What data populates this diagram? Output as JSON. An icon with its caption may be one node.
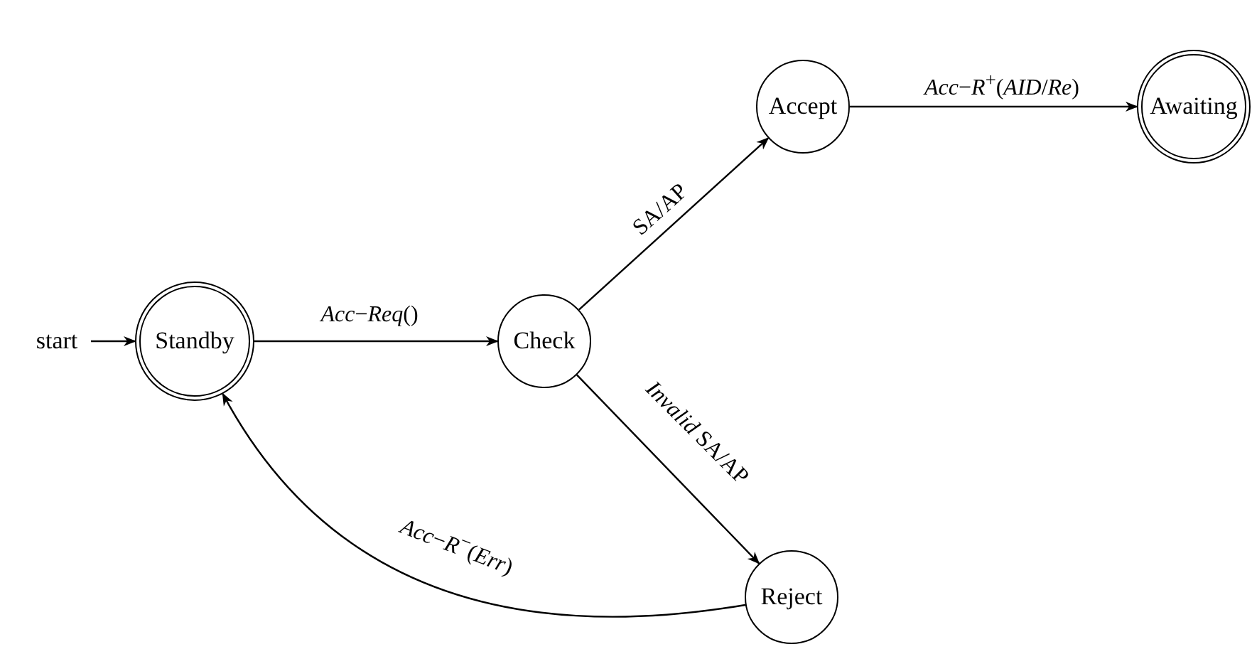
{
  "diagram": {
    "nodes": [
      {
        "text": [
          "start"
        ]
      },
      {
        "text": [
          "Standby"
        ]
      },
      {
        "text": [
          "Check"
        ]
      },
      {
        "text": [
          "Accept"
        ]
      },
      {
        "text": [
          "Awaiting"
        ]
      },
      {
        "text": [
          "Reject"
        ]
      }
    ],
    "edges": [
      {
        "from": 0,
        "to": 1,
        "arrow": "to"
      },
      {
        "from": 1,
        "to": 2,
        "arrow": "to",
        "label": "*Acc*−*Req*()"
      },
      {
        "from": 2,
        "to": 3,
        "arrow": "to",
        "label": "SA/AP"
      },
      {
        "from": 3,
        "to": 4,
        "arrow": "to",
        "label": "*Acc*−*R*$^{+}$(*AID*/*Re*)"
      },
      {
        "from": 2,
        "to": 5,
        "arrow": "to",
        "label": "*Invalid* SA/AP"
      },
      {
        "from": 5,
        "to": 1,
        "arrow": "to",
        "label": "*Acc*−*R*$^{−}$(*Err*)"
      }
    ]
  }
}
